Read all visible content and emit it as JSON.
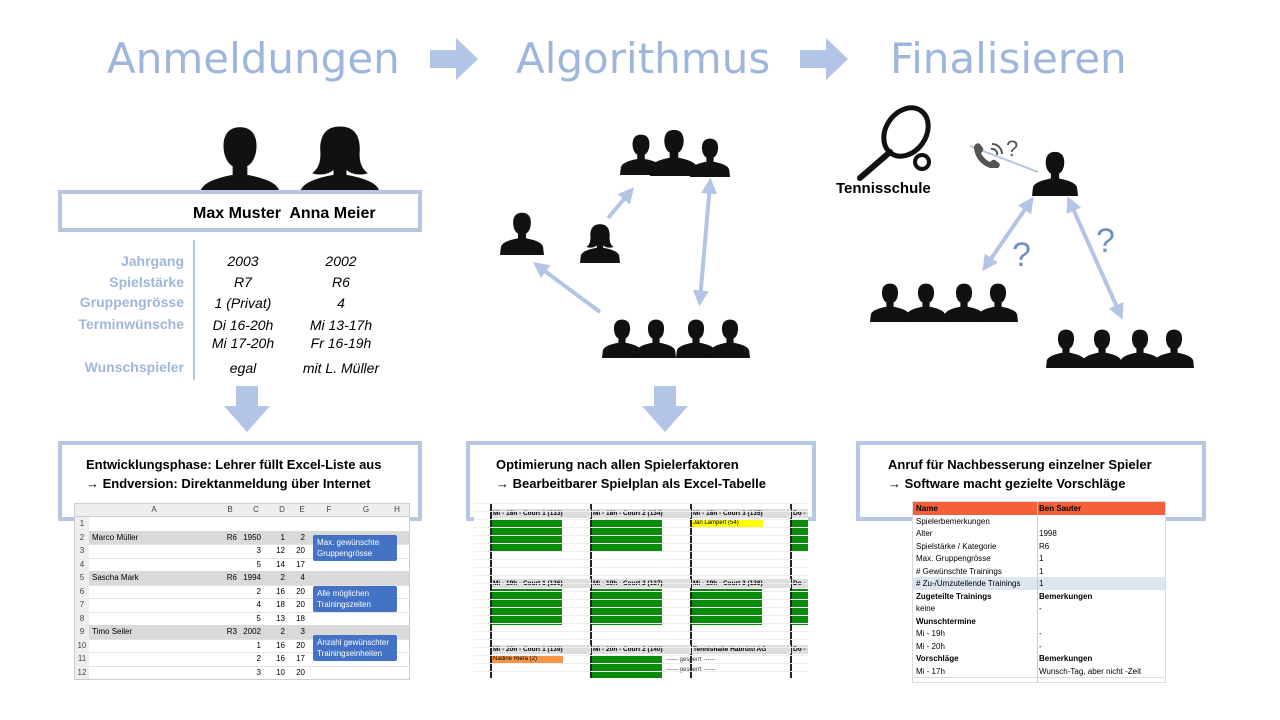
{
  "stages": {
    "s1": "Anmeldungen",
    "s2": "Algorithmus",
    "s3": "Finalisieren"
  },
  "players": {
    "names": "Max Muster  Anna Meier",
    "labels": {
      "year": "Jahrgang",
      "strength": "Spielstärke",
      "group": "Gruppengrösse",
      "times": "Terminwünsche",
      "partner": "Wunschspieler"
    },
    "p1": {
      "year": "2003",
      "strength": "R7",
      "group": "1 (Privat)",
      "times1": "Di 16-20h",
      "times2": "Mi 17-20h",
      "partner": "egal"
    },
    "p2": {
      "year": "2002",
      "strength": "R6",
      "group": "4",
      "times1": "Mi 13-17h",
      "times2": "Fr 16-19h",
      "partner": "mit L. Müller"
    }
  },
  "tennis_school": "Tennisschule",
  "question_mark": "?",
  "captions": {
    "c1_line1": "Entwicklungsphase: Lehrer füllt Excel-Liste aus",
    "c1_line2": "→ Endversion: Direktanmeldung über Internet",
    "c2_line1": "Optimierung nach allen Spielerfaktoren",
    "c2_line2": "→ Bearbeitbarer Spielplan als Excel-Tabelle",
    "c3_line1": "Anruf für Nachbesserung einzelner Spieler",
    "c3_line2": "→ Software macht gezielte Vorschläge"
  },
  "excel1": {
    "cols": [
      "A",
      "B",
      "C",
      "D",
      "E",
      "F",
      "G",
      "H"
    ],
    "rows": [
      [
        "1",
        "",
        "",
        "",
        "",
        ""
      ],
      [
        "2",
        "Marco Müller",
        "R6",
        "1950",
        "1",
        "2"
      ],
      [
        "3",
        "",
        "",
        "3",
        "12",
        "20"
      ],
      [
        "4",
        "",
        "",
        "5",
        "14",
        "17"
      ],
      [
        "5",
        "Sascha Mark",
        "R6",
        "1994",
        "2",
        "4"
      ],
      [
        "6",
        "",
        "",
        "2",
        "16",
        "20"
      ],
      [
        "7",
        "",
        "",
        "4",
        "18",
        "20"
      ],
      [
        "8",
        "",
        "",
        "5",
        "13",
        "18"
      ],
      [
        "9",
        "Timo Seiler",
        "R3",
        "2002",
        "2",
        "3"
      ],
      [
        "10",
        "",
        "",
        "1",
        "16",
        "20"
      ],
      [
        "11",
        "",
        "",
        "2",
        "16",
        "17"
      ],
      [
        "12",
        "",
        "",
        "3",
        "10",
        "20"
      ]
    ],
    "callouts": [
      "Max. gewünschte Gruppengrösse",
      "Alle möglichen Trainingszeiten",
      "Anzahl gewünschter Trainingseinheiten"
    ]
  },
  "schedule": {
    "headers_row1": [
      "Mi - 18h - Court 1 (133)",
      "Mi - 18h - Court 2 (134)",
      "Mi - 18h - Court 3 (135)",
      "Do -"
    ],
    "headers_row2": [
      "Mi - 19h - Court 1 (136)",
      "Mi - 19h - Court 2 (137)",
      "Mi - 19h - Court 3 (138)",
      "Do -"
    ],
    "headers_row3": [
      "Mi - 20h - Court 1 (139)",
      "Mi - 20h - Court 2 (140)",
      "Tennishalle Habrütti AG",
      "Do -"
    ],
    "highlight1": "Jan Lampert (54)",
    "highlight2": "Nadine Riera (2)",
    "blocked": "------ gesperrt ------"
  },
  "proposal": {
    "header": [
      "Name",
      "Ben Sauter"
    ],
    "rows": [
      [
        "Spielerbemerkungen",
        ""
      ],
      [
        "Alter",
        "1998"
      ],
      [
        "Spielstärke / Kategorie",
        "R6"
      ],
      [
        "Max. Gruppengrösse",
        "1"
      ],
      [
        "# Gewünschte Trainings",
        "1"
      ],
      [
        "# Zu-/Umzuteilende Trainings",
        "1"
      ]
    ],
    "sec1": [
      "Zugeteilte Trainings",
      "Bemerkungen"
    ],
    "sec1_rows": [
      [
        "keine",
        "-"
      ]
    ],
    "sec2": [
      "Wunschtermine",
      ""
    ],
    "sec2_rows": [
      [
        "Mi - 19h",
        "-"
      ],
      [
        "Mi - 20h",
        "-"
      ]
    ],
    "sec3": [
      "Vorschläge",
      "Bemerkungen"
    ],
    "sec3_rows": [
      [
        "Mi - 17h",
        "Wunsch-Tag, aber nicht -Zeit"
      ]
    ]
  },
  "colors": {
    "accent": "#9fb6dc",
    "box_border": "#b6c7e4",
    "arrow": "#b2c5e6",
    "green": "#0a8a0a",
    "callout": "#4472c4",
    "header_red": "#f4603a"
  }
}
